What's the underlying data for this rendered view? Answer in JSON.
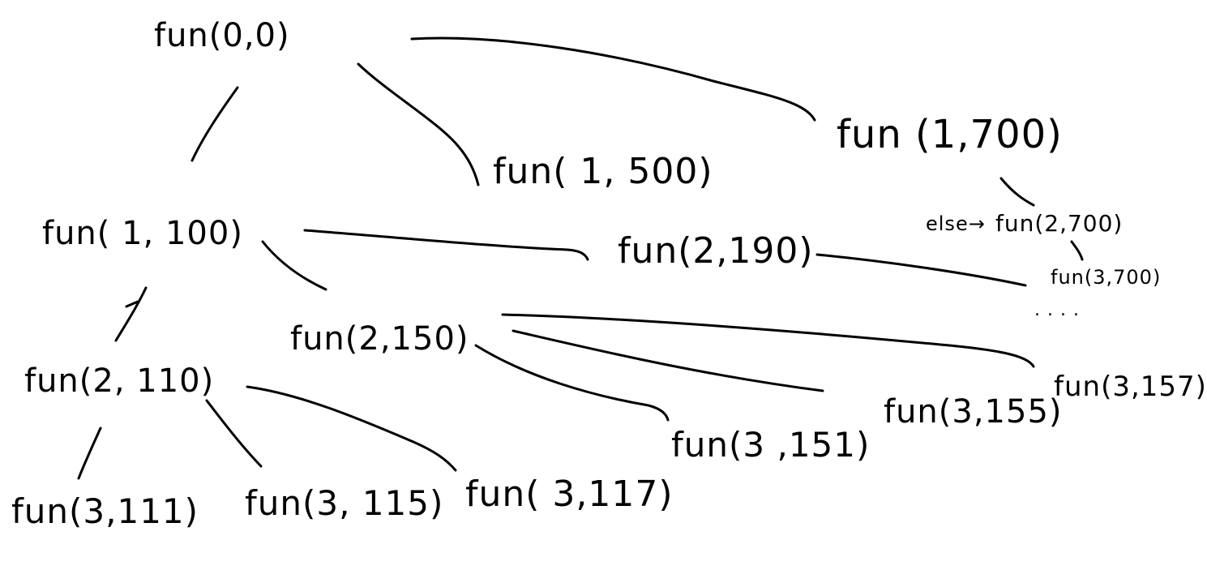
{
  "nodes": [
    {
      "id": "n0_0",
      "text": "fun(0,0)"
    },
    {
      "id": "n1_100",
      "text": "fun( 1, 100)"
    },
    {
      "id": "n1_500",
      "text": "fun( 1, 500)"
    },
    {
      "id": "n1_700",
      "text": "fun (1,700)"
    },
    {
      "id": "n2_110",
      "text": "fun(2, 110)"
    },
    {
      "id": "n2_150",
      "text": "fun(2,150)"
    },
    {
      "id": "n2_190",
      "text": "fun(2,190)"
    },
    {
      "id": "n2_700",
      "text": "fun(2,700)"
    },
    {
      "id": "n3_111",
      "text": "fun(3,111)"
    },
    {
      "id": "n3_115",
      "text": "fun(3, 115)"
    },
    {
      "id": "n3_117",
      "text": "fun( 3,117)"
    },
    {
      "id": "n3_151",
      "text": "fun(3 ,151)"
    },
    {
      "id": "n3_155",
      "text": "fun(3,155)"
    },
    {
      "id": "n3_157",
      "text": "fun(3,157)"
    },
    {
      "id": "n3_700",
      "text": "fun(3,700)"
    }
  ],
  "annotations": {
    "else_label": "else→",
    "ellipsis": ". . . ."
  },
  "edges": [
    {
      "from": "fun(0,0)",
      "to": "fun( 1, 100)"
    },
    {
      "from": "fun(0,0)",
      "to": "fun( 1, 500)"
    },
    {
      "from": "fun(0,0)",
      "to": "fun (1,700)"
    },
    {
      "from": "fun( 1, 100)",
      "to": "fun(2, 110)"
    },
    {
      "from": "fun( 1, 100)",
      "to": "fun(2,150)"
    },
    {
      "from": "fun( 1, 100)",
      "to": "fun(2,190)"
    },
    {
      "from": "fun (1,700)",
      "to": "fun(2,700)"
    },
    {
      "from": "fun(2,700)",
      "to": "fun(3,700)"
    },
    {
      "from": "fun(2, 110)",
      "to": "fun(3,111)"
    },
    {
      "from": "fun(2, 110)",
      "to": "fun(3, 115)"
    },
    {
      "from": "fun(2, 110)",
      "to": "fun( 3,117)"
    },
    {
      "from": "fun(2,150)",
      "to": "fun(3 ,151)"
    },
    {
      "from": "fun(2,150)",
      "to": "fun(3,155)"
    },
    {
      "from": "fun(2,150)",
      "to": "fun(3,157)"
    },
    {
      "from": "fun(2,190)",
      "to": "fun(3,700)"
    }
  ]
}
